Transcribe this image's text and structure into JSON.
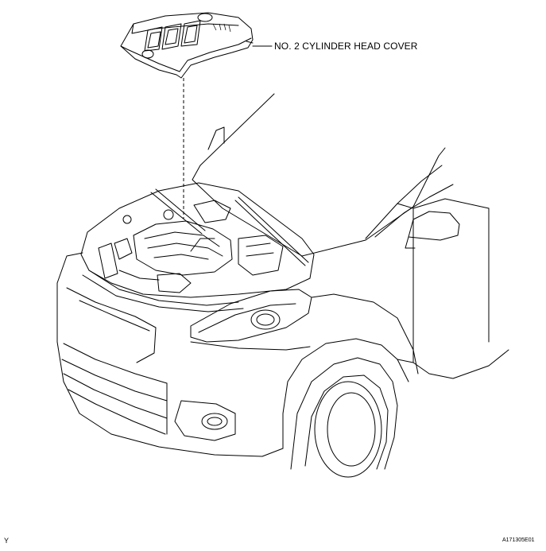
{
  "callout": {
    "label": "NO. 2 CYLINDER HEAD COVER"
  },
  "corner": {
    "left_mark": "Y",
    "figure_code": "A171305E01"
  },
  "icons": [
    "cylinder-head-cover-icon",
    "vehicle-front-icon"
  ]
}
